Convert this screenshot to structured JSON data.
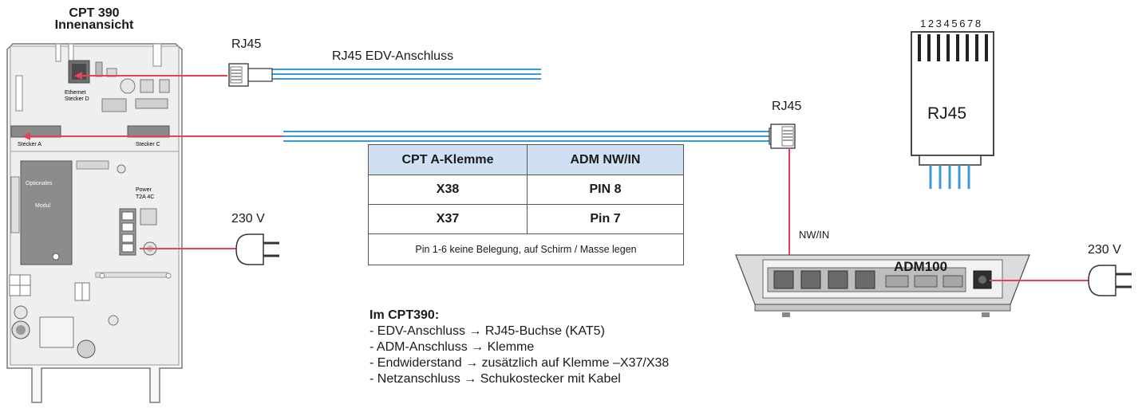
{
  "device": {
    "title_line1": "CPT 390",
    "title_line2": "Innenansicht",
    "board_labels": {
      "ethernet": "Ethernet",
      "stecker_d": "Stecker D",
      "stecker_a": "Stecker A",
      "stecker_c": "Stecker C",
      "power": "Power",
      "fuse": "T2A 4C",
      "module1": "Optionales",
      "module2": "Modul"
    }
  },
  "connections": {
    "rj45_top_label": "RJ45",
    "edv_label": "RJ45 EDV-Anschluss",
    "rj45_mid_label": "RJ45",
    "power_left_label": "230 V",
    "nwin_label": "NW/IN",
    "power_right_label": "230 V"
  },
  "plug_diagram": {
    "pin_numbers": "1 2 3 4 5 6 7 8",
    "label": "RJ45"
  },
  "adm": {
    "label": "ADM100"
  },
  "table": {
    "headers": [
      "CPT A-Klemme",
      "ADM NW/IN"
    ],
    "rows": [
      [
        "X38",
        "PIN 8"
      ],
      [
        "X37",
        "Pin 7"
      ]
    ],
    "note": "Pin 1-6 keine Belegung, auf Schirm / Masse legen"
  },
  "notes": {
    "heading": "Im CPT390:",
    "lines": [
      "- EDV-Anschluss  →  RJ45-Buchse (KAT5)",
      "- ADM-Anschluss  →  Klemme",
      "- Endwiderstand  →  zusätzlich auf Klemme –X37/X38",
      "- Netzanschluss  →  Schukostecker mit Kabel"
    ]
  },
  "colors": {
    "cable_blue": "#3a9bd6",
    "arrow_red": "#e8415a",
    "table_header": "#cfe0f3",
    "board_gray": "#8a8a8a"
  }
}
